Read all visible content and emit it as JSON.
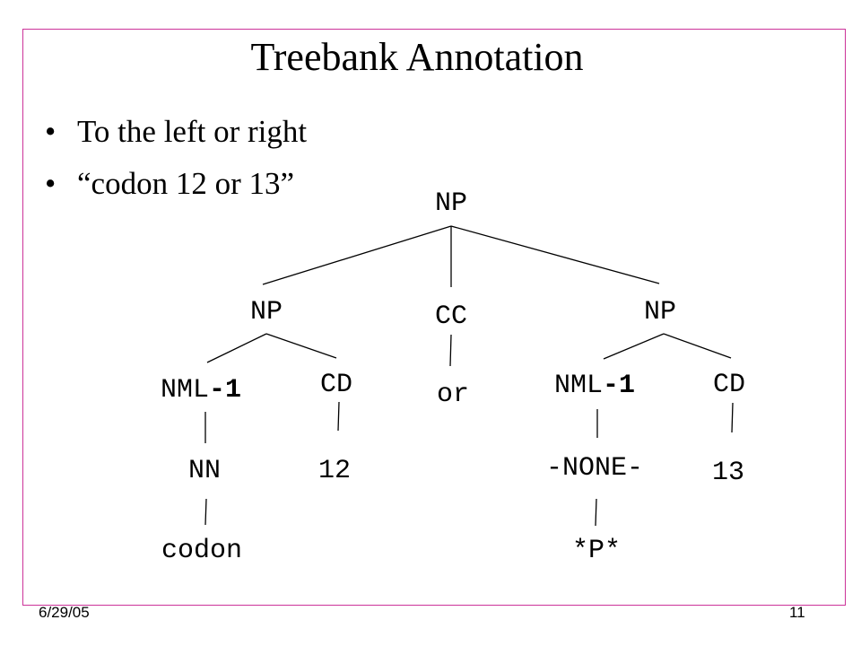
{
  "slide": {
    "title": "Treebank Annotation",
    "bullets": [
      {
        "text": "To the left or right"
      },
      {
        "text": "“codon 12 or 13”"
      }
    ],
    "bullet_glyph": "•",
    "footer_date": "6/29/05",
    "footer_page": "11",
    "frame_color": "#cc3399"
  },
  "tree": {
    "np_root": {
      "label": "NP"
    },
    "np_left": {
      "label": "NP"
    },
    "cc": {
      "label": "CC"
    },
    "np_right": {
      "label": "NP"
    },
    "nml_left": {
      "label": "NML",
      "suffix": "-1"
    },
    "cd_left": {
      "label": "CD"
    },
    "or": {
      "label": "or"
    },
    "nml_right": {
      "label": "NML",
      "suffix": "-1"
    },
    "cd_right": {
      "label": "CD"
    },
    "nn": {
      "label": "NN"
    },
    "num12": {
      "label": "12"
    },
    "none": {
      "label": "-NONE-"
    },
    "num13": {
      "label": "13"
    },
    "codon": {
      "label": "codon"
    },
    "trace": {
      "label": "*P*"
    }
  }
}
